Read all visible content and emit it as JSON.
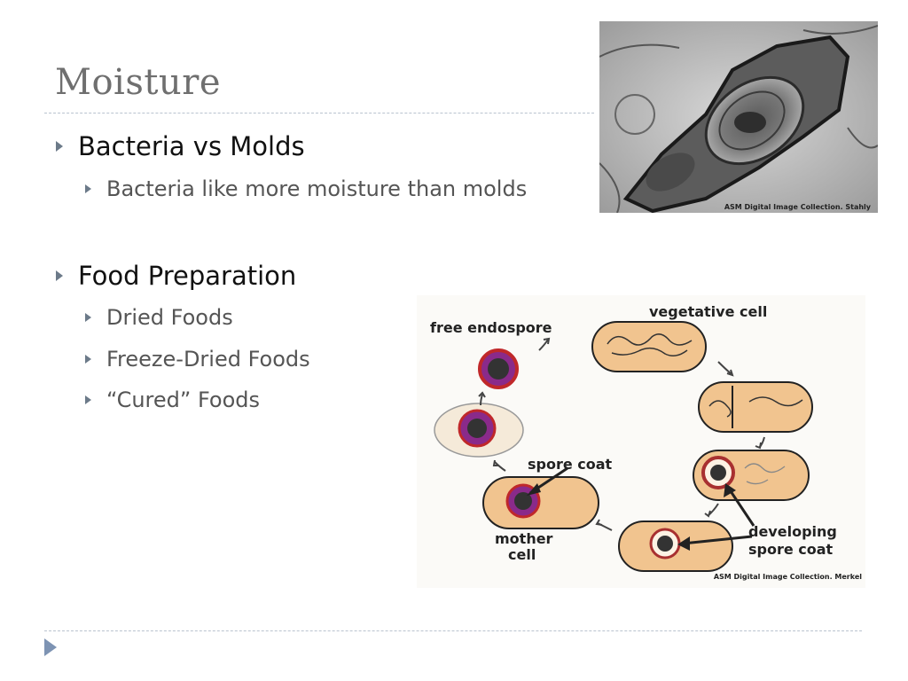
{
  "slide": {
    "title": "Moisture",
    "bullets": [
      {
        "text": "Bacteria vs Molds",
        "sub": [
          "Bacteria like more moisture than molds"
        ]
      },
      {
        "text": "Food Preparation",
        "sub": [
          "Dried Foods",
          "Freeze-Dried Foods",
          "“Cured” Foods"
        ]
      }
    ]
  },
  "photo": {
    "credit": "ASM Digital Image Collection. Stahly"
  },
  "diagram": {
    "labels": {
      "free_endospore": "free endospore",
      "vegetative_cell": "vegetative cell",
      "spore_coat": "spore coat",
      "mother": "mother",
      "cell": "cell",
      "developing": "developing",
      "spore_coat_2": "spore coat"
    },
    "credit": "ASM Digital Image Collection. Merkel"
  },
  "colors": {
    "title": "#6f6f6f",
    "accent_arrow": "#6c7a89",
    "cell_fill": "#f1c48f",
    "spore_coat": "#c0282a",
    "spore_purple": "#8a2a8a"
  }
}
